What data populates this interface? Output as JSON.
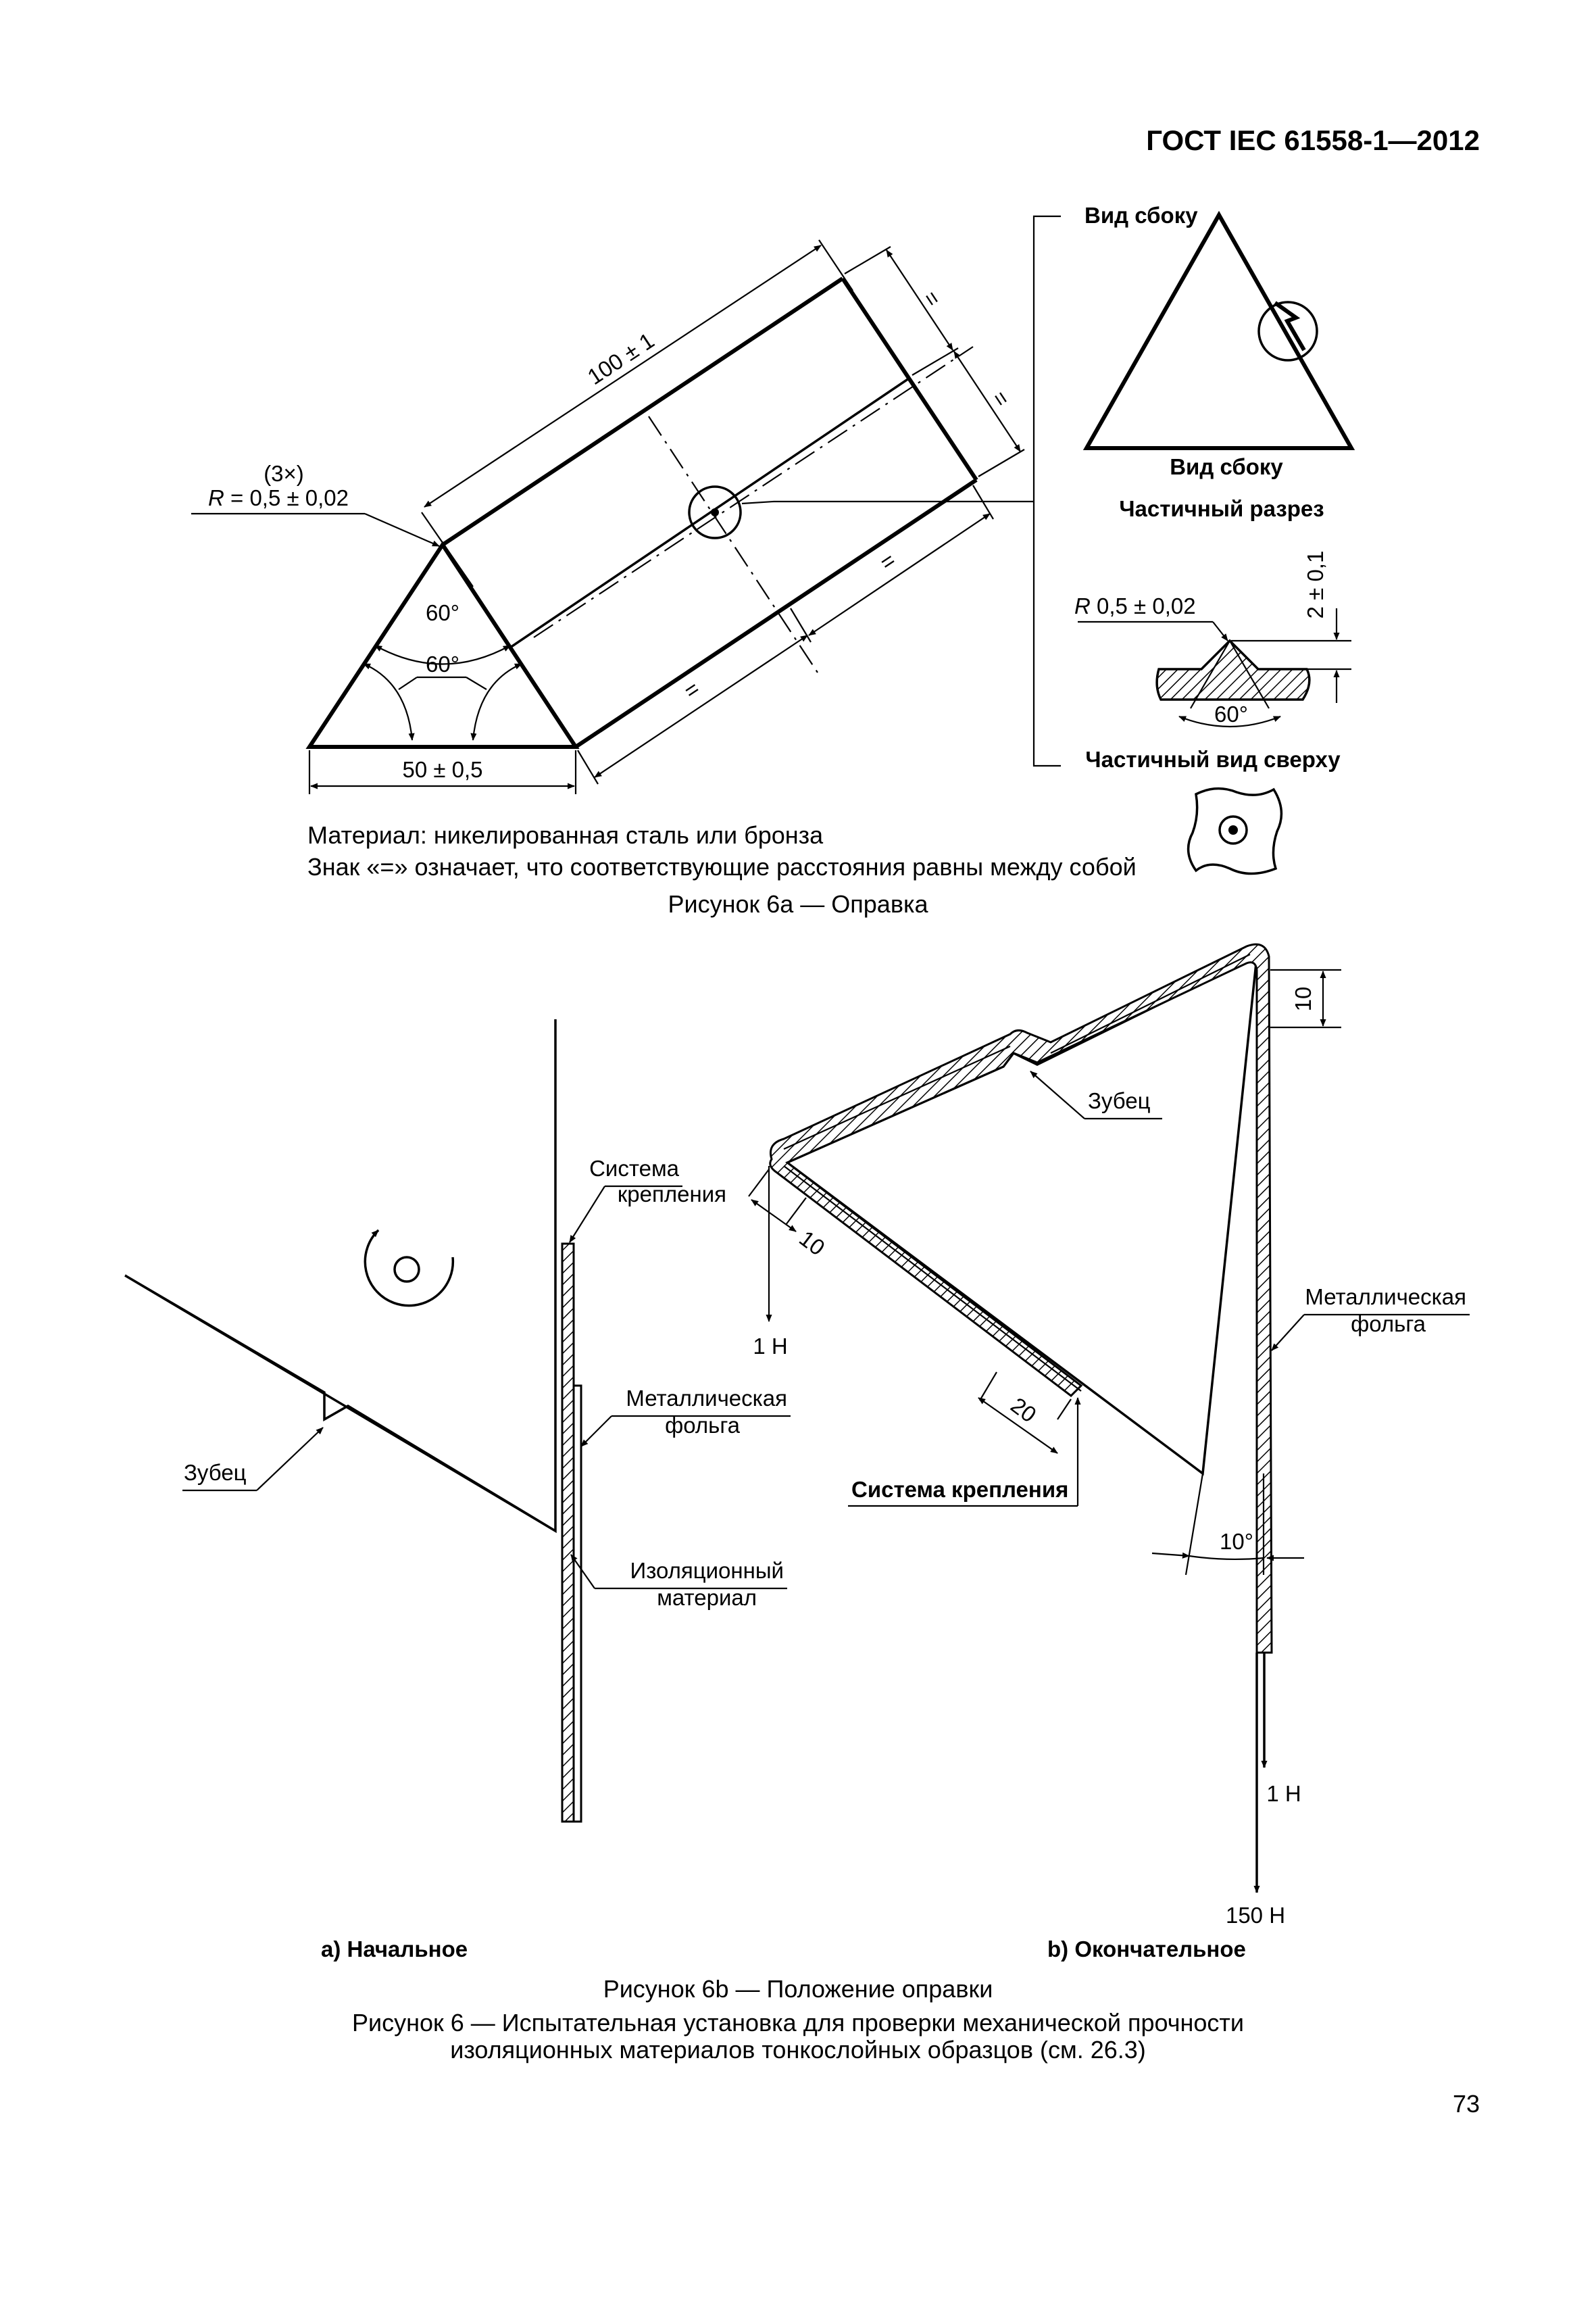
{
  "header": {
    "standard": "ГОСТ IEC 61558-1—2012"
  },
  "fig6a": {
    "dim_length": "100 ± 1",
    "radius_count": "(3×)",
    "radius_r": "R",
    "radius_value": " = 0,5 ± 0,02",
    "angle_top": "60°",
    "angle_mid": "60°",
    "dim_base": "50 ± 0,5",
    "equal_sign": "=",
    "side_view_top": "Вид сбоку",
    "side_view_bottom": "Вид сбоку",
    "partial_section": "Частичный разрез",
    "detail_radius_r": "R",
    "detail_radius_value": " 0,5 ± 0,02",
    "detail_height": "2 ± 0,1",
    "detail_angle": "60°",
    "partial_top_view": "Частичный вид сверху",
    "material_line": "Материал: никелированная сталь или бронза",
    "equal_note": "Знак «=» означает, что соответствующие расстояния равны между собой",
    "caption": "Рисунок 6а — Оправка"
  },
  "fig6b": {
    "a": {
      "tooth": "Зубец",
      "fixing_line1": "Система",
      "fixing_line2": "крепления",
      "foil_line1": "Металлическая",
      "foil_line2": "фольга",
      "insulation_line1": "Изоляционный",
      "insulation_line2": "материал",
      "label": "a) Начальное"
    },
    "b": {
      "dim_10_top": "10",
      "tooth": "Зубец",
      "dim_10_left": "10",
      "force_left": "1 Н",
      "foil_line1": "Металлическая",
      "foil_line2": "фольга",
      "dim_20": "20",
      "fixing": "Система крепления",
      "angle": "10°",
      "force_1": "1 Н",
      "force_150": "150 Н",
      "label": "b) Окончательное"
    },
    "caption": "Рисунок 6b — Положение оправки"
  },
  "figure6_caption_line1": "Рисунок 6 — Испытательная установка для проверки механической прочности",
  "figure6_caption_line2": "изоляционных материалов тонкослойных образцов (см. 26.3)",
  "page_number": "73"
}
